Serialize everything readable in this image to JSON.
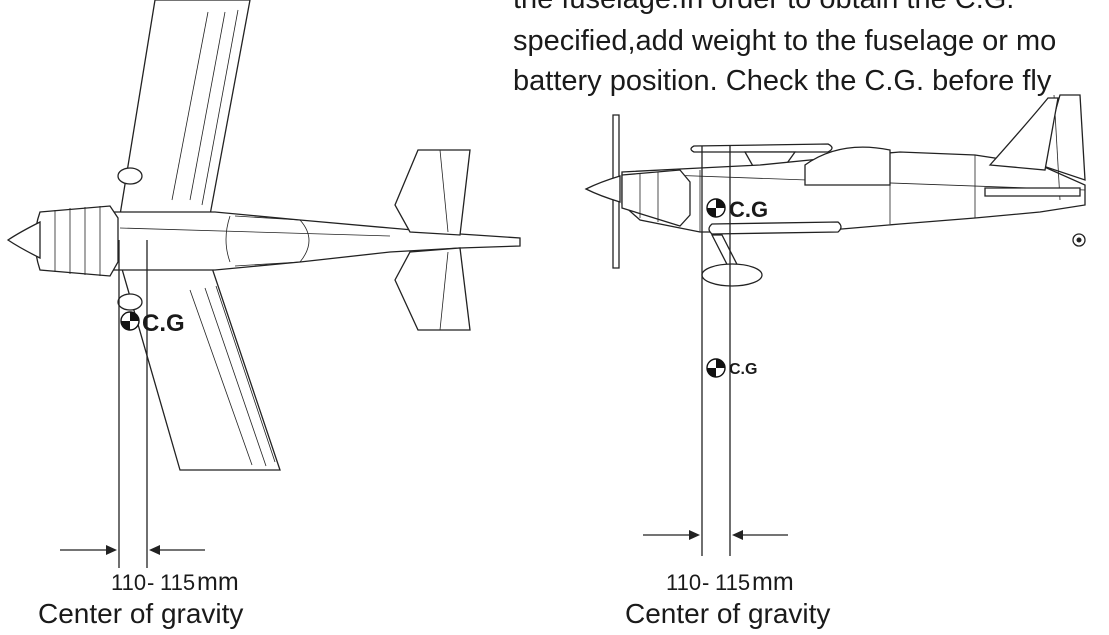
{
  "instructions": {
    "line1": "the fuselage.In order to obtain the C.G.",
    "line2": "specified,add weight to the fuselage or mo",
    "line3": "battery position. Check the C.G. before fly"
  },
  "top_view": {
    "cg_label": "C.G",
    "dimension_low": "110",
    "dimension_sep": "-",
    "dimension_high": "115",
    "dimension_unit": "mm",
    "caption": "Center of gravity"
  },
  "side_view": {
    "cg_label_upper": "C.G",
    "cg_label_lower": "C.G",
    "dimension_low": "110",
    "dimension_sep": "-",
    "dimension_high": "115",
    "dimension_unit": "mm",
    "caption": "Center of gravity"
  }
}
